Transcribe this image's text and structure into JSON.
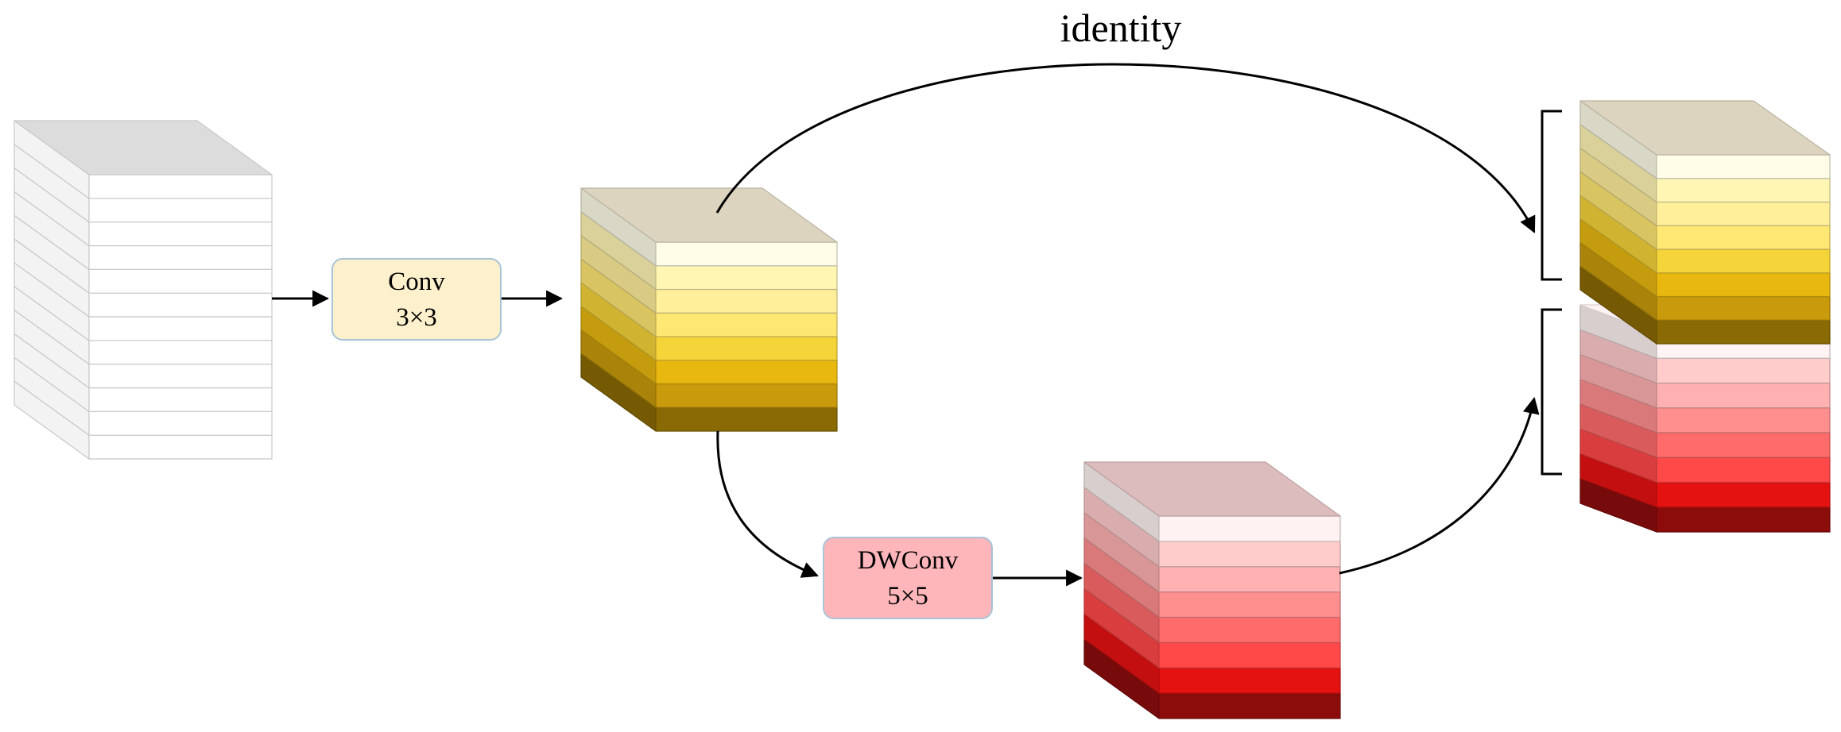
{
  "identity_label": "identity",
  "conv_box": {
    "line1": "Conv",
    "line2": "3×3",
    "fill": "#fdf0cc"
  },
  "dwconv_box": {
    "line1": "DWConv",
    "line2": "5×5",
    "fill": "#ffb6bb"
  },
  "colors": {
    "input_top": "#dcdcdc",
    "input_front": "#ffffff",
    "input_side": "#f3f3f3",
    "yellow_top": "#dcd4bf",
    "yellow_layers": [
      "#fffde8",
      "#fff6b4",
      "#ffef9a",
      "#ffe773",
      "#f5d43a",
      "#e8b810",
      "#c89a0c",
      "#8a6a04"
    ],
    "red_top": "#dcbcbc",
    "red_layers": [
      "#fff2f2",
      "#ffcccc",
      "#ffb0b0",
      "#ff8e8e",
      "#ff6b6b",
      "#ff4848",
      "#e51212",
      "#8c0c0c"
    ],
    "line": "#000000"
  },
  "icons": {
    "input_stack": "feature-map-stack",
    "output_brackets": "bracket-icon",
    "arrows": "arrow-icon"
  }
}
